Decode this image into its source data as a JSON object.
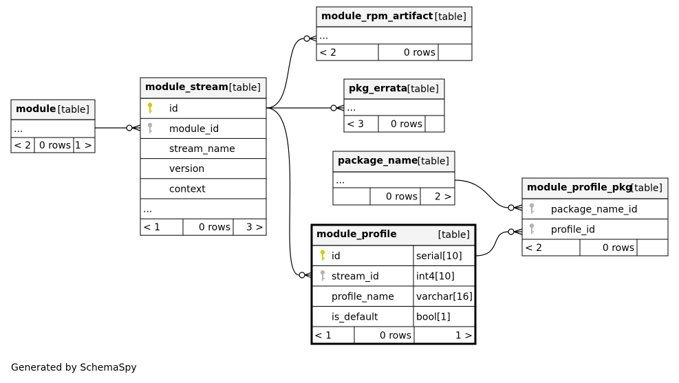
{
  "footer": "Generated by SchemaSpy",
  "tables": {
    "module": {
      "name": "module",
      "tag": "[table]",
      "rows": [
        {
          "label": "..."
        }
      ],
      "footer": {
        "left": "< 2",
        "mid": "0 rows",
        "right": "1 >"
      }
    },
    "module_stream": {
      "name": "module_stream",
      "tag": "[table]",
      "rows": [
        {
          "key": "primary",
          "label": "id"
        },
        {
          "key": "foreign",
          "label": "module_id"
        },
        {
          "label": "stream_name"
        },
        {
          "label": "version"
        },
        {
          "label": "context"
        },
        {
          "label": "..."
        }
      ],
      "footer": {
        "left": "< 1",
        "mid": "0 rows",
        "right": "3 >"
      }
    },
    "module_rpm_artifact": {
      "name": "module_rpm_artifact",
      "tag": "[table]",
      "rows": [
        {
          "label": "..."
        }
      ],
      "footer": {
        "left": "< 2",
        "mid": "0 rows",
        "right": ""
      }
    },
    "pkg_errata": {
      "name": "pkg_errata",
      "tag": "[table]",
      "rows": [
        {
          "label": "..."
        }
      ],
      "footer": {
        "left": "< 3",
        "mid": "0 rows",
        "right": ""
      }
    },
    "package_name": {
      "name": "package_name",
      "tag": "[table]",
      "rows": [
        {
          "label": "..."
        }
      ],
      "footer": {
        "left": "",
        "mid": "0 rows",
        "right": "2 >"
      }
    },
    "module_profile_pkg": {
      "name": "module_profile_pkg",
      "tag": "[table]",
      "rows": [
        {
          "key": "foreign",
          "label": "package_name_id"
        },
        {
          "key": "foreign",
          "label": "profile_id"
        }
      ],
      "footer": {
        "left": "< 2",
        "mid": "0 rows",
        "right": ""
      }
    },
    "module_profile": {
      "name": "module_profile",
      "tag": "[table]",
      "rows": [
        {
          "key": "primary",
          "label": "id",
          "type": "serial[10]"
        },
        {
          "key": "foreign",
          "label": "stream_id",
          "type": "int4[10]"
        },
        {
          "label": "profile_name",
          "type": "varchar[16]"
        },
        {
          "label": "is_default",
          "type": "bool[1]"
        }
      ],
      "footer": {
        "left": "< 1",
        "mid": "0 rows",
        "right": "1 >"
      }
    }
  },
  "colors": {
    "header_bg": "#f4f4f4",
    "border": "#000000",
    "primary_key": "#d8c800",
    "foreign_key": "#b4b4b4"
  }
}
